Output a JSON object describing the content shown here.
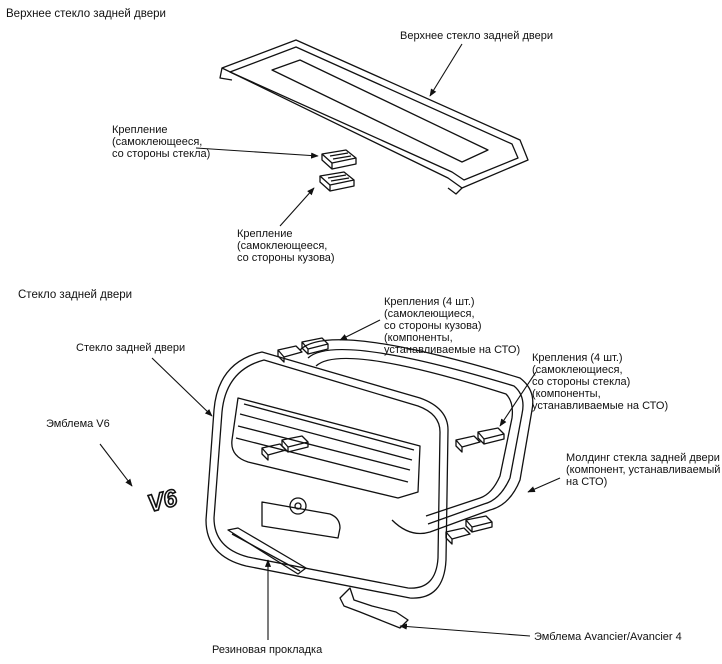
{
  "sections": {
    "upper_title": "Верхнее стекло задней двери",
    "lower_title": "Стекло задней двери"
  },
  "labels": {
    "upper_glass": "Верхнее стекло задней двери",
    "clip_glass_side": "Крепление\n(самоклеющееся,\nсо стороны стекла)",
    "clip_body_side": "Крепление\n(самоклеющееся,\nсо стороны кузова)",
    "clips_body_4": "Крепления (4 шт.)\n(самоклеющиеся,\nсо стороны кузова)\n(компоненты,\nустанавливаемые на СТО)",
    "clips_glass_4": "Крепления (4 шт.)\n(самоклеющиеся,\nсо стороны стекла)\n(компоненты,\nустанавливаемые на СТО)",
    "rear_glass": "Стекло задней двери",
    "emblem_v6": "Эмблема V6",
    "molding": "Молдинг стекла задней двери\n(компонент, устанавливаемый\nна СТО)",
    "rubber_seal": "Резиновая прокладка",
    "emblem_avancier": "Эмблема Avancier/Avancier 4"
  },
  "emblem_glyph": "V6",
  "colors": {
    "ink": "#111111",
    "background": "#ffffff"
  }
}
